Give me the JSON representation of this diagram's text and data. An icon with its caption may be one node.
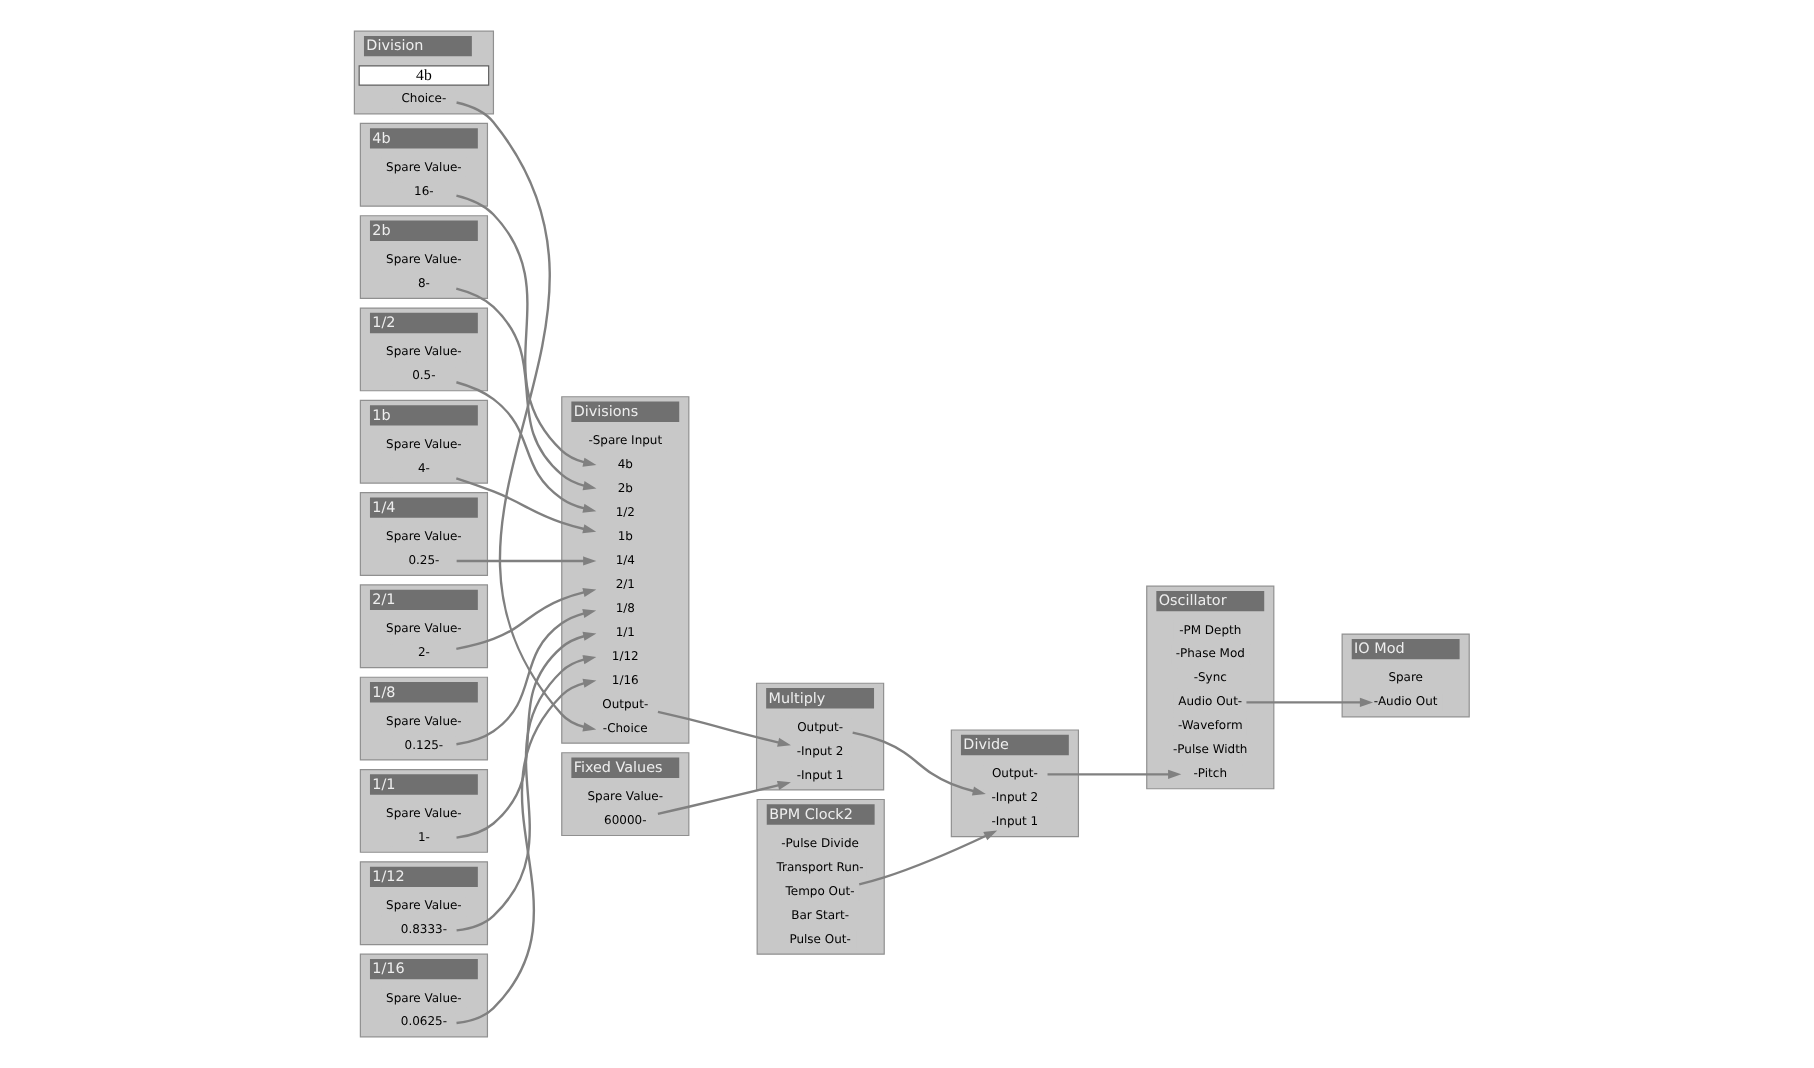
{
  "diagram": {
    "nodes": [
      {
        "text": [
          "Division"
        ]
      },
      {
        "text": [
          "Choice-"
        ],
        "in": 0
      },
      {
        "text": [
          "4b"
        ],
        "in": 0
      },
      {
        "text": [
          "Fixed Values"
        ]
      },
      {
        "text": [
          "60000-"
        ],
        "in": 3
      },
      {
        "text": [
          "Spare Value-"
        ],
        "in": 3
      },
      {
        "text": [
          "4b"
        ]
      },
      {
        "text": [
          "16-"
        ],
        "in": 6
      },
      {
        "text": [
          "Spare Value-"
        ],
        "in": 6
      },
      {
        "text": [
          "Divisions"
        ]
      },
      {
        "text": [
          "-Choice"
        ],
        "in": 9
      },
      {
        "text": [
          "Output-"
        ],
        "in": 9
      },
      {
        "text": [
          "4b"
        ],
        "in": 9
      },
      {
        "text": [
          "2b"
        ],
        "in": 9
      },
      {
        "text": [
          "1b"
        ],
        "in": 9
      },
      {
        "text": [
          "2/1"
        ],
        "in": 9
      },
      {
        "text": [
          "1/1"
        ],
        "in": 9
      },
      {
        "text": [
          "1/2"
        ],
        "in": 9
      },
      {
        "text": [
          "1/4"
        ],
        "in": 9
      },
      {
        "text": [
          "1/8"
        ],
        "in": 9
      },
      {
        "text": [
          "1/12"
        ],
        "in": 9
      },
      {
        "text": [
          "1/16"
        ],
        "in": 9
      },
      {
        "text": [
          "-Spare Input"
        ],
        "in": 9
      },
      {
        "text": [
          "Multiply"
        ]
      },
      {
        "text": [
          "-Input 1"
        ],
        "in": 23
      },
      {
        "text": [
          "-Input 2"
        ],
        "in": 23
      },
      {
        "text": [
          "Output-"
        ],
        "in": 23
      },
      {
        "text": [
          "2b"
        ]
      },
      {
        "text": [
          "8-"
        ],
        "in": 27
      },
      {
        "text": [
          "Spare Value-"
        ],
        "in": 27
      },
      {
        "text": [
          "1/2"
        ]
      },
      {
        "text": [
          "0.5-"
        ],
        "in": 30
      },
      {
        "text": [
          "Spare Value-"
        ],
        "in": 30
      },
      {
        "text": [
          "Divide"
        ]
      },
      {
        "text": [
          "-Input 1"
        ],
        "in": 33
      },
      {
        "text": [
          "-Input 2"
        ],
        "in": 33
      },
      {
        "text": [
          "Output-"
        ],
        "in": 33
      },
      {
        "text": [
          "1b"
        ]
      },
      {
        "text": [
          "4-"
        ],
        "in": 37
      },
      {
        "text": [
          "Spare Value-"
        ],
        "in": 37
      },
      {
        "text": [
          "1/4"
        ]
      },
      {
        "text": [
          "0.25-"
        ],
        "in": 40
      },
      {
        "text": [
          "Spare Value-"
        ],
        "in": 40
      },
      {
        "text": [
          "Oscillator"
        ]
      },
      {
        "text": [
          "-Pitch"
        ],
        "in": 43
      },
      {
        "text": [
          "-Pulse Width"
        ],
        "in": 43
      },
      {
        "text": [
          "-Waveform"
        ],
        "in": 43
      },
      {
        "text": [
          "Audio Out-"
        ],
        "in": 43
      },
      {
        "text": [
          "-Sync"
        ],
        "in": 43
      },
      {
        "text": [
          "-Phase Mod"
        ],
        "in": 43
      },
      {
        "text": [
          "-PM Depth"
        ],
        "in": 43
      },
      {
        "text": [
          "BPM Clock2"
        ]
      },
      {
        "text": [
          "Pulse Out-"
        ],
        "in": 51
      },
      {
        "text": [
          "Bar Start-"
        ],
        "in": 51
      },
      {
        "text": [
          "Tempo Out-"
        ],
        "in": 51
      },
      {
        "text": [
          "Transport Run-"
        ],
        "in": 51
      },
      {
        "text": [
          "-Pulse Divide"
        ],
        "in": 51
      },
      {
        "text": [
          "IO Mod"
        ]
      },
      {
        "text": [
          "-Audio Out"
        ],
        "in": 57
      },
      {
        "text": [
          "Spare"
        ],
        "in": 57
      },
      {
        "text": [
          "2/1"
        ]
      },
      {
        "text": [
          "2-"
        ],
        "in": 60
      },
      {
        "text": [
          "Spare Value-"
        ],
        "in": 60
      },
      {
        "text": [
          "1/8"
        ]
      },
      {
        "text": [
          "0.125-"
        ],
        "in": 63
      },
      {
        "text": [
          "Spare Value-"
        ],
        "in": 63
      },
      {
        "text": [
          "1/1"
        ]
      },
      {
        "text": [
          "1-"
        ],
        "in": 66
      },
      {
        "text": [
          "Spare Value-"
        ],
        "in": 66
      },
      {
        "text": [
          "1/12"
        ]
      },
      {
        "text": [
          "0.8333-"
        ],
        "in": 69
      },
      {
        "text": [
          "Spare Value-"
        ],
        "in": 69
      },
      {
        "text": [
          "1/16"
        ]
      },
      {
        "text": [
          "0.0625-"
        ],
        "in": 72
      },
      {
        "text": [
          "Spare Value-"
        ],
        "in": 72
      }
    ],
    "edges": [
      {
        "from": 1,
        "to": 10,
        "arrow": "to"
      },
      {
        "from": 7,
        "to": 12,
        "arrow": "to"
      },
      {
        "from": 28,
        "to": 13,
        "arrow": "to"
      },
      {
        "from": 31,
        "to": 17,
        "arrow": "to"
      },
      {
        "from": 38,
        "to": 14,
        "arrow": "to"
      },
      {
        "from": 41,
        "to": 18,
        "arrow": "to"
      },
      {
        "from": 61,
        "to": 15,
        "arrow": "to"
      },
      {
        "from": 67,
        "to": 16,
        "arrow": "to"
      },
      {
        "from": 64,
        "to": 19,
        "arrow": "to"
      },
      {
        "from": 70,
        "to": 20,
        "arrow": "to"
      },
      {
        "from": 73,
        "to": 21,
        "arrow": "to"
      },
      {
        "from": 4,
        "to": 24,
        "arrow": "to"
      },
      {
        "from": 11,
        "to": 25,
        "arrow": "to"
      },
      {
        "from": 54,
        "to": 34,
        "arrow": "to"
      },
      {
        "from": 26,
        "to": 35,
        "arrow": "to"
      },
      {
        "from": 36,
        "to": 44,
        "arrow": "to"
      },
      {
        "from": 47,
        "to": 58,
        "arrow": "to"
      }
    ]
  }
}
